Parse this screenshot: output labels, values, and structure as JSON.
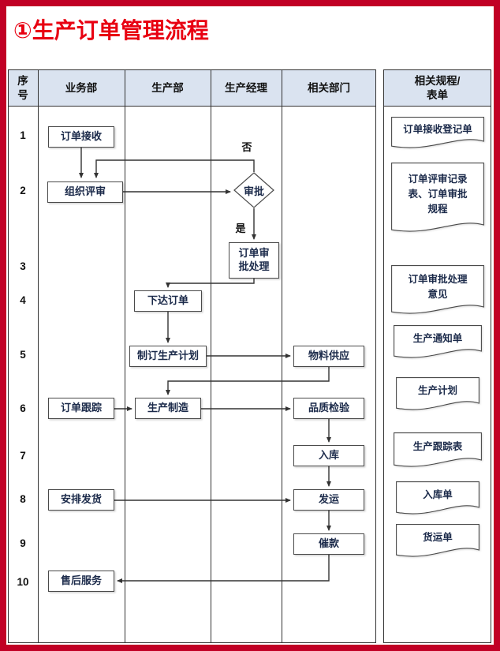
{
  "title": "①生产订单管理流程",
  "colors": {
    "frame_red": "#c10025",
    "title_red": "#e80011",
    "header_bg": "#dae3f0",
    "line": "#333333"
  },
  "table": {
    "headers": [
      "序号",
      "业务部",
      "生产部",
      "生产经理",
      "相关部门",
      "相关规程/表单"
    ],
    "row_numbers": [
      "1",
      "2",
      "3",
      "4",
      "5",
      "6",
      "7",
      "8",
      "9",
      "10"
    ]
  },
  "flow": {
    "decision_labels": {
      "no": "否",
      "yes": "是"
    },
    "nodes": {
      "order_receive": "订单接收",
      "organize_review": "组织评审",
      "approve": "审批",
      "approval_handle": "订单审批处理",
      "issue_order": "下达订单",
      "make_plan": "制订生产计划",
      "material_supply": "物料供应",
      "order_tracking": "订单跟踪",
      "manufacture": "生产制造",
      "quality_check": "品质检验",
      "warehouse_in": "入库",
      "ship": "发运",
      "arrange_delivery": "安排发货",
      "press_payment": "催款",
      "after_sales": "售后服务"
    },
    "documents": [
      "订单接收登记单",
      "订单评审记录表、订单审批规程",
      "订单审批处理意见",
      "生产通知单",
      "生产计划",
      "生产跟踪表",
      "入库单",
      "货运单"
    ]
  }
}
